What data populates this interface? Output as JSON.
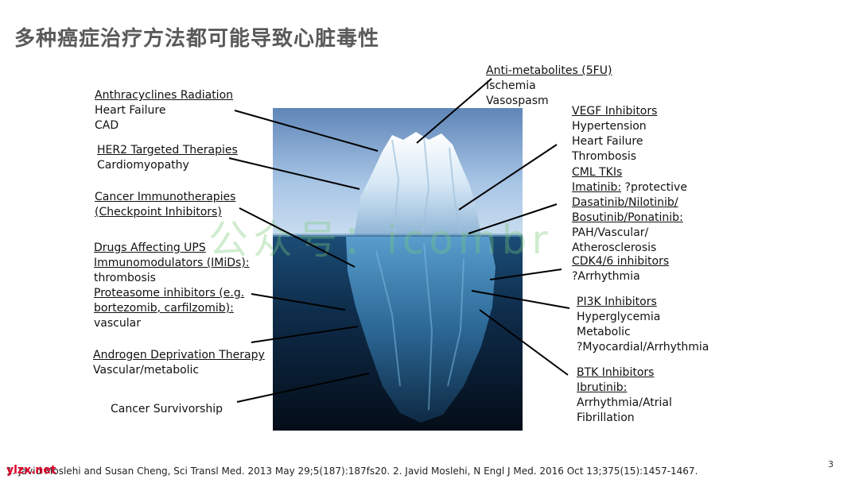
{
  "slide": {
    "title": "多种癌症治疗方法都可能导致心脏毒性",
    "page_number": "3"
  },
  "watermark": "公众号：icombr",
  "footer": {
    "logo": "ylzx.net",
    "citation": "1. Javid Moslehi and Susan Cheng, Sci Transl Med. 2013 May 29;5(187):187fs20. 2. Javid Moslehi, N Engl J Med. 2016 Oct 13;375(15):1457-1467."
  },
  "left_labels": {
    "anthracyclines": {
      "heading": "Anthracyclines Radiation",
      "lines": [
        "Heart Failure",
        "CAD"
      ]
    },
    "her2": {
      "heading": "HER2 Targeted Therapies",
      "lines": [
        "Cardiomyopathy"
      ]
    },
    "immunotherapies": {
      "heading1": "Cancer Immunotherapies",
      "heading2": "(Checkpoint Inhibitors)"
    },
    "ups": {
      "heading1": "Drugs Affecting UPS",
      "heading2": "Immunomodulators (IMiDs):",
      "line1": "thrombosis",
      "heading3": "Proteasome inhibitors (e.g.",
      "heading4": "bortezomib, carfilzomib):",
      "line2": "vascular"
    },
    "androgen": {
      "heading": "Androgen Deprivation Therapy",
      "lines": [
        "Vascular/metabolic"
      ]
    },
    "survivorship": {
      "text": "Cancer Survivorship"
    }
  },
  "right_labels": {
    "antimetabolites": {
      "heading": "Anti-metabolites (5FU)",
      "lines": [
        "Ischemia",
        "Vasospasm"
      ]
    },
    "vegf": {
      "heading": "VEGF Inhibitors",
      "lines": [
        "Hypertension",
        "Heart Failure",
        "Thrombosis"
      ]
    },
    "cml": {
      "heading": "CML TKIs",
      "imatinib_label": "Imatinib:",
      "imatinib_text": " ?protective",
      "dasatinib": "Dasatinib/Nilotinib/",
      "bosutinib": "Bosutinib/Ponatinib:",
      "line1": "PAH/Vascular/",
      "line2": "Atherosclerosis"
    },
    "cdk": {
      "heading": "CDK4/6 inhibitors",
      "lines": [
        "?Arrhythmia"
      ]
    },
    "pi3k": {
      "heading": "PI3K Inhibitors",
      "lines": [
        "Hyperglycemia",
        "Metabolic",
        "?Myocardial/Arrhythmia"
      ]
    },
    "btk": {
      "heading": "BTK Inhibitors",
      "sub_heading": "Ibrutinib:",
      "lines": [
        "Arrhythmia/Atrial",
        "Fibrillation"
      ]
    }
  }
}
